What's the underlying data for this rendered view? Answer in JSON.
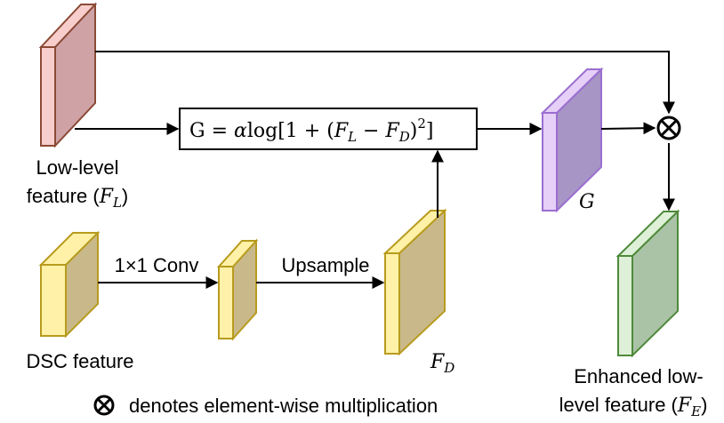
{
  "labels": {
    "low_level": "Low-level",
    "feature_prefix": "feature (",
    "FL_base": "F",
    "FL_sub": "L",
    "close_paren": ")",
    "dsc_feature": "DSC feature",
    "conv": "1×1 Conv",
    "upsample": "Upsample",
    "FD_base": "F",
    "FD_sub": "D",
    "G": "G",
    "enhanced_line1": "Enhanced low-",
    "enhanced_line2_prefix": "level feature (",
    "FE_base": "F",
    "FE_sub": "E"
  },
  "formula": {
    "part1": "G = ",
    "alpha": "α",
    "part2": "log[1 + (",
    "F1": "F",
    "sub1": "L",
    "minus": " − ",
    "F2": "F",
    "sub2": "D",
    "part3": ")",
    "sup": "2",
    "part4": "]"
  },
  "legend": {
    "symbol": "⊗",
    "text": "denotes element-wise multiplication"
  },
  "colors": {
    "low_level_front": "#f8cecc",
    "low_level_side": "#cfa3a6",
    "low_level_border": "#8b4a36",
    "dsc_front": "#fff2a8",
    "dsc_side": "#c9b98a",
    "dsc_border": "#b89b1e",
    "g_front": "#e6d0f8",
    "g_side": "#a795c6",
    "g_border": "#9b6fd0",
    "enh_front": "#dff0d8",
    "enh_side": "#aac3a6",
    "enh_border": "#4f8a3a"
  }
}
